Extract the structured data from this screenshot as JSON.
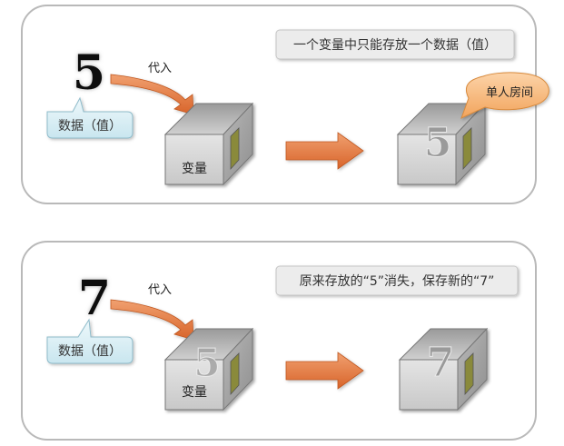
{
  "panel_top": {
    "digit": "5",
    "arrow_label": "代入",
    "data_callout": "数据（值）",
    "box_label": "变量",
    "note": "一个变量中只能存放一个数据（值）",
    "result_digit": "5",
    "room_callout": "单人房间"
  },
  "panel_bottom": {
    "digit": "7",
    "arrow_label": "代入",
    "data_callout": "数据（值）",
    "box_label": "变量",
    "box_old_digit": "5",
    "note": "原来存放的“5”消失，保存新的“7”",
    "result_digit": "7"
  },
  "colors": {
    "panel_border": "#b9b9b9",
    "arrow_orange": "#e07a3a",
    "callout_blue": "#d9eef5",
    "callout_orange": "#f7b87a",
    "box_front": "#d6d6d6",
    "box_side": "#a9a9a9",
    "door": "#8a8a3a"
  }
}
